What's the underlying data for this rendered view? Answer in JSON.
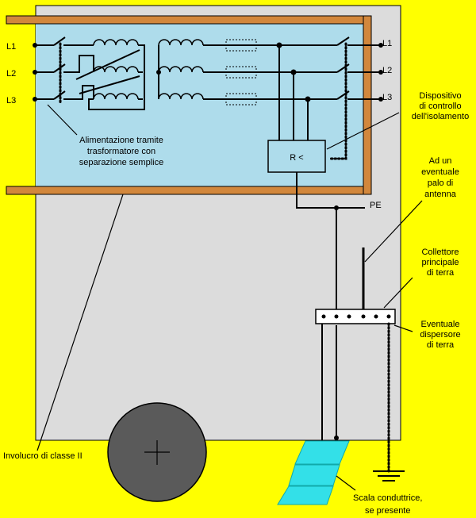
{
  "labels": {
    "left_phases": [
      "L1",
      "L2",
      "L3"
    ],
    "right_phases": [
      "L1",
      "L2",
      "L3"
    ],
    "pe": "PE",
    "relay": "R <",
    "alimentazione": [
      "Alimentazione tramite",
      "trasformatore con",
      "separazione semplice"
    ],
    "dispositivo": [
      "Dispositivo",
      "di controllo",
      "dell'isolamento"
    ],
    "palo": [
      "Ad un",
      "eventuale",
      "palo di",
      "antenna"
    ],
    "collettore": [
      "Collettore",
      "principale",
      "di terra"
    ],
    "dispersore": [
      "Eventuale",
      "dispersore",
      "di terra"
    ],
    "involucro": "Involucro di classe II",
    "scala": [
      "Scala conduttrice,",
      "se presente"
    ]
  },
  "colors": {
    "background": "#FFFF00",
    "enclosure": "#DCDCDC",
    "panel": "#AEDCEB",
    "frame": "#D2873C",
    "wheel": "#5A5A5A",
    "ladder": "#33E0E8"
  }
}
